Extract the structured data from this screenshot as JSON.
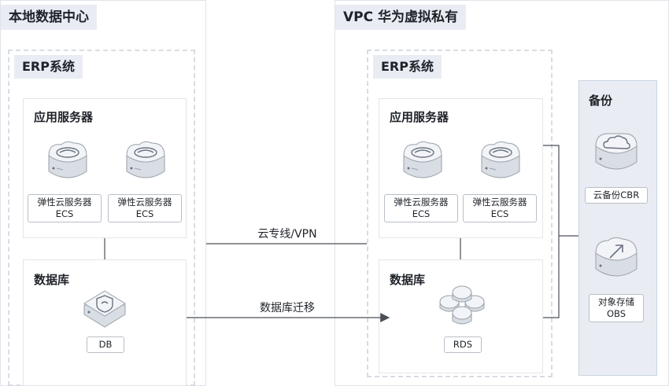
{
  "left_region": {
    "title": "本地数据中心",
    "system_title": "ERP系统",
    "app_panel": {
      "title": "应用服务器",
      "servers": [
        {
          "line1": "弹性云服务器",
          "line2": "ECS"
        },
        {
          "line1": "弹性云服务器",
          "line2": "ECS"
        }
      ]
    },
    "db_panel": {
      "title": "数据库",
      "label": "DB"
    }
  },
  "right_region": {
    "title": "VPC 华为虚拟私有",
    "system_title": "ERP系统",
    "app_panel": {
      "title": "应用服务器",
      "servers": [
        {
          "line1": "弹性云服务器",
          "line2": "ECS"
        },
        {
          "line1": "弹性云服务器",
          "line2": "ECS"
        }
      ]
    },
    "db_panel": {
      "title": "数据库",
      "label": "RDS"
    }
  },
  "backup": {
    "title": "备份",
    "items": [
      {
        "line1": "云备份CBR"
      },
      {
        "line1": "对象存储",
        "line2": "OBS"
      }
    ]
  },
  "connections": {
    "vpn_label": "云专线/VPN",
    "migration_label": "数据库迁移"
  },
  "colors": {
    "region_title_bg": "#e9edf3",
    "border": "#dfe3ea",
    "line": "#4a4f57",
    "icon_fill": "#f2f4f7"
  },
  "icons": [
    "ecs-server-icon",
    "database-icon",
    "rds-icon",
    "cbr-cloud-icon",
    "obs-upload-icon"
  ]
}
